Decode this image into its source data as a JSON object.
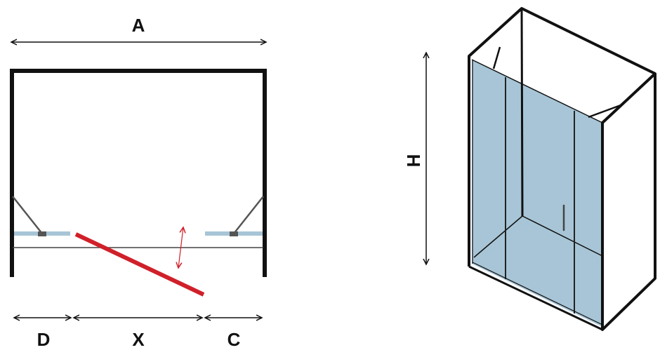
{
  "plan_view": {
    "dimension_labels": {
      "width": "A",
      "left_fixed": "D",
      "opening": "X",
      "right_fixed": "C"
    }
  },
  "iso_view": {
    "dimension_labels": {
      "height": "H"
    }
  },
  "colors": {
    "frame": "#111111",
    "glass": "#a7c5d6",
    "door": "#d0202a",
    "bracket": "#555555"
  }
}
